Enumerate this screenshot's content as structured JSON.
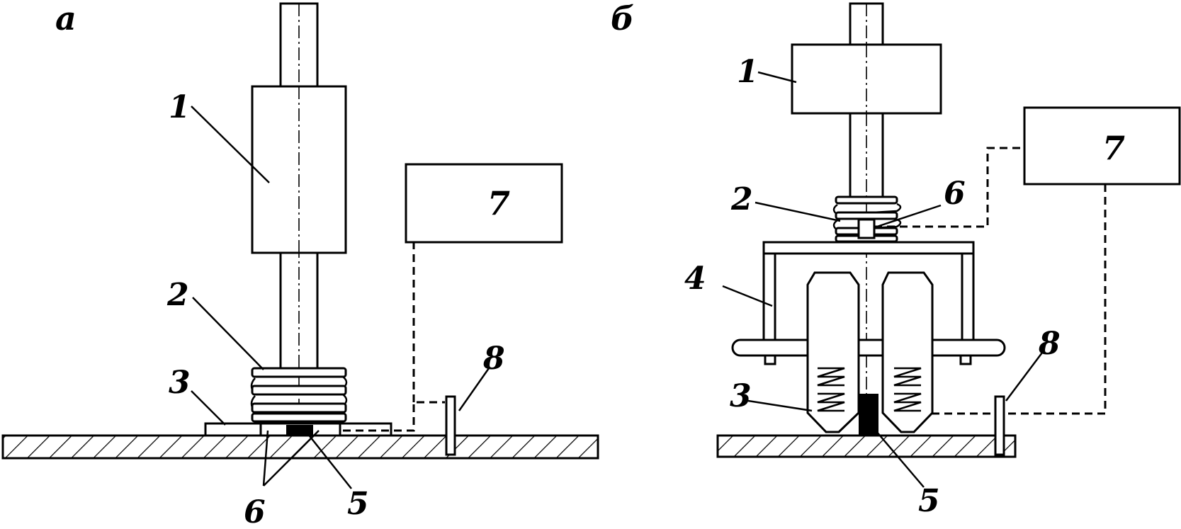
{
  "panels": {
    "a": {
      "panel_label": "а",
      "labels": {
        "n1": "1",
        "n2": "2",
        "n3": "3",
        "n5": "5",
        "n6": "6",
        "n7": "7",
        "n8": "8"
      }
    },
    "b": {
      "panel_label": "б",
      "labels": {
        "n1": "1",
        "n2": "2",
        "n3": "3",
        "n4": "4",
        "n5": "5",
        "n6": "6",
        "n7": "7",
        "n8": "8"
      }
    }
  }
}
